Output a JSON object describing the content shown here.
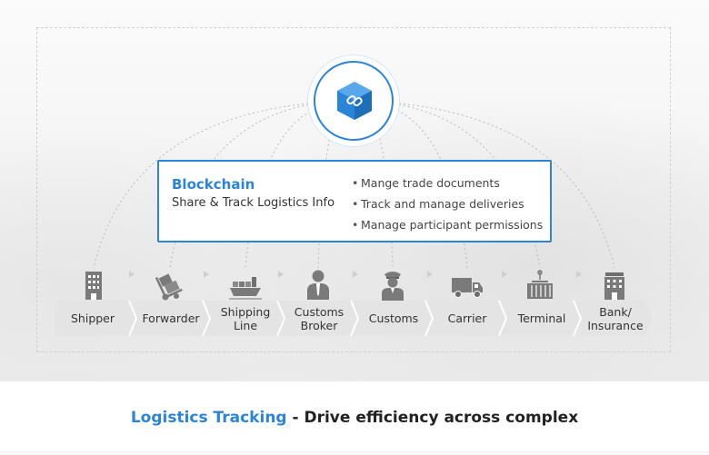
{
  "hub": {
    "icon": "blockchain-cube-link-icon"
  },
  "info_box": {
    "title": "Blockchain",
    "subtitle": "Share & Track Logistics Info",
    "features": [
      "Mange trade documents",
      "Track and manage deliveries",
      "Manage participant permissions"
    ]
  },
  "participants": [
    {
      "label": "Shipper",
      "icon": "office-building-icon"
    },
    {
      "label": "Forwarder",
      "icon": "hand-truck-icon"
    },
    {
      "label": "Shipping Line",
      "lines": [
        "Shipping",
        "Line"
      ],
      "icon": "cargo-ship-icon"
    },
    {
      "label": "Customs Broker",
      "lines": [
        "Customs",
        "Broker"
      ],
      "icon": "businessman-icon"
    },
    {
      "label": "Customs",
      "icon": "customs-officer-icon"
    },
    {
      "label": "Carrier",
      "icon": "delivery-truck-icon"
    },
    {
      "label": "Terminal",
      "icon": "container-crane-icon"
    },
    {
      "label": "Bank/ Insurance",
      "lines": [
        "Bank/",
        "Insurance"
      ],
      "icon": "bank-building-icon"
    }
  ],
  "tagline": {
    "highlight": "Logistics Tracking",
    "rest": " - Drive efficiency across complex"
  },
  "colors": {
    "accent": "#2b84d6",
    "bar": "#e4e4e4",
    "icon": "#7a7a7a"
  }
}
